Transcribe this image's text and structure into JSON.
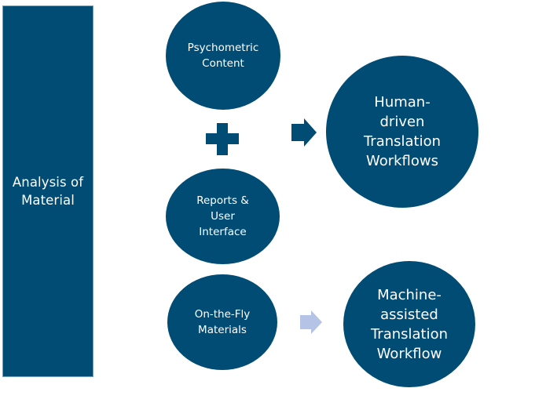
{
  "diagram": {
    "colors": {
      "primary": "#004c75",
      "text": "#ffffff",
      "arrow_active": "#004c75",
      "arrow_inactive": "#b4c3e6"
    },
    "analysis_block": {
      "lines": [
        "Analysis of",
        "Material"
      ]
    },
    "inputs": [
      {
        "lines": [
          "Psychometric",
          "Content"
        ]
      },
      {
        "lines": [
          "Reports &",
          "User",
          "Interface"
        ]
      },
      {
        "lines": [
          "On-the-Fly",
          "Materials"
        ]
      }
    ],
    "combine_symbol": "plus-icon",
    "outputs": [
      {
        "lines": [
          "Human-",
          "driven",
          "Translation",
          "Workflows"
        ],
        "arrow": "arrow-right-icon",
        "arrow_state": "active"
      },
      {
        "lines": [
          "Machine-",
          "assisted",
          "Translation",
          "Workflow"
        ],
        "arrow": "arrow-right-icon",
        "arrow_state": "inactive"
      }
    ]
  }
}
